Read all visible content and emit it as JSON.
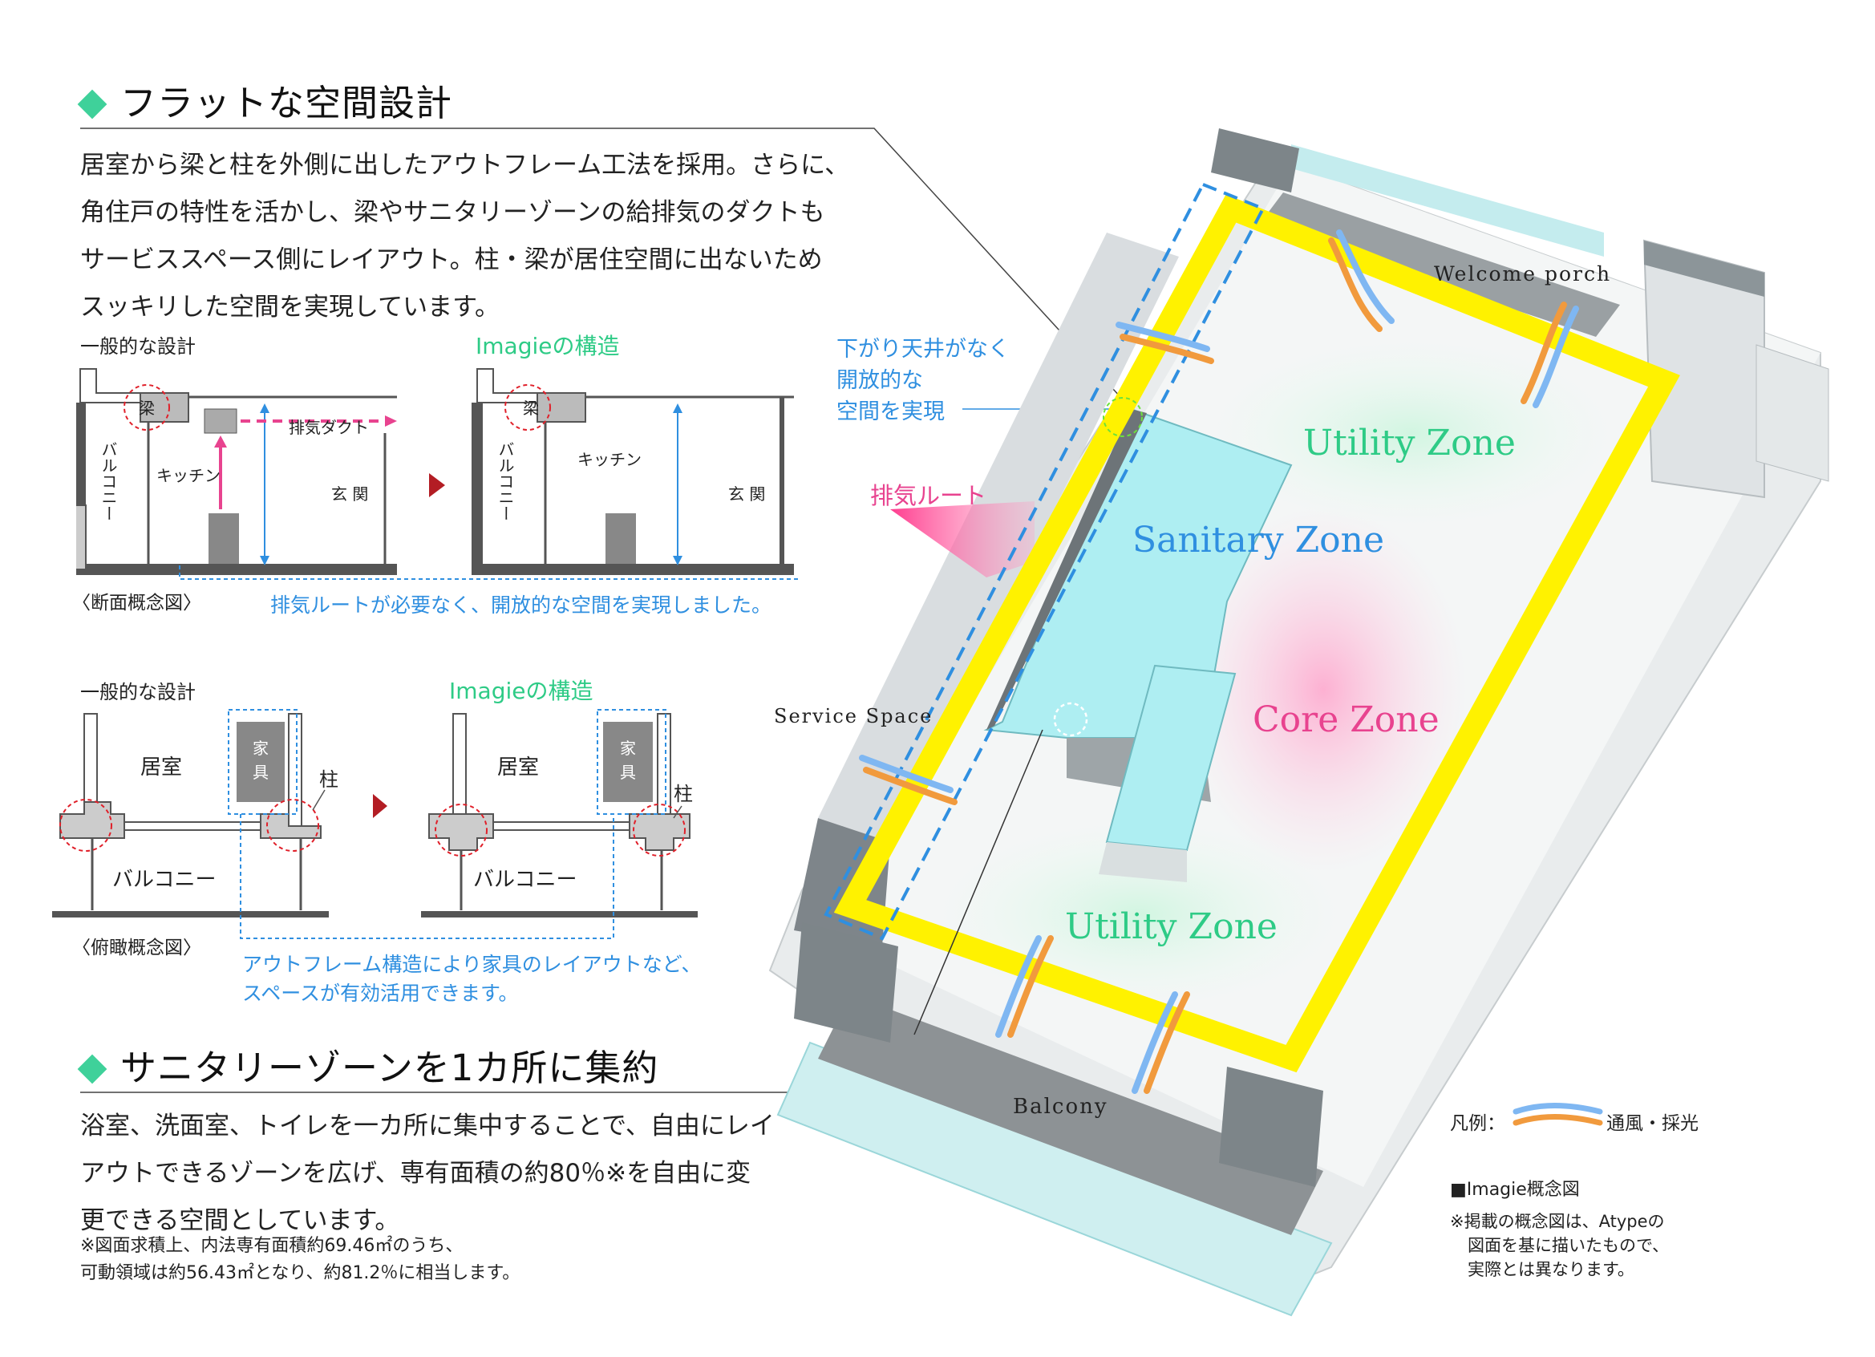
{
  "section1": {
    "heading": "フラットな空間設計",
    "lines": [
      "居室から梁と柱を外側に出したアウトフレーム工法を採用。さらに、",
      "角住戸の特性を活かし、梁やサニタリーゾーンの給排気のダクトも",
      "サービススペース側にレイアウト。柱・梁が居住空間に出ないため",
      "スッキリした空間を実現しています。"
    ]
  },
  "section_diagram": {
    "general_label": "一般的な設計",
    "imagie_label": "Imagieの構造",
    "beam": "梁",
    "exhaust_duct": "排気ダクト",
    "balcony_v": "バルコニー",
    "kitchen": "キッチン",
    "entrance": "玄 関",
    "caption": "〈断面概念図〉",
    "note": "排気ルートが必要なく、開放的な空間を実現しました。"
  },
  "plan_diagram": {
    "general_label": "一般的な設計",
    "imagie_label": "Imagieの構造",
    "room": "居室",
    "furniture_1": "家",
    "furniture_2": "具",
    "column": "柱",
    "balcony": "バルコニー",
    "caption": "〈俯瞰概念図〉",
    "note_lines": [
      "アウトフレーム構造により家具のレイアウトなど、",
      "スペースが有効活用できます。"
    ]
  },
  "section2": {
    "heading": "サニタリーゾーンを1カ所に集約",
    "lines": [
      "浴室、洗面室、トイレを一カ所に集中することで、自由にレイ",
      "アウトできるゾーンを広げ、専有面積の約80％※を自由に変",
      "更できる空間としています。"
    ],
    "note_lines": [
      "※図面求積上、内法専有面積約69.46㎡のうち、",
      "可動領域は約56.43㎡となり、約81.2％に相当します。"
    ]
  },
  "isometric": {
    "callout_lines": [
      "下がり天井がなく",
      "開放的な",
      "空間を実現"
    ],
    "exhaust_route": "排気ルート",
    "welcome_porch": "Welcome porch",
    "utility_zone_top": "Utility Zone",
    "sanitary_zone": "Sanitary Zone",
    "core_zone": "Core Zone",
    "service_space": "Service Space",
    "utility_zone_bottom": "Utility Zone",
    "balcony": "Balcony"
  },
  "legend": {
    "label": "凡例：",
    "value": "通風・採光",
    "title": "■Imagie概念図",
    "note_lines": [
      "※掲載の概念図は、Atypeの",
      "図面を基に描いたもので、",
      "実際とは異なります。"
    ]
  },
  "colors": {
    "accent_green": "#3fd19a",
    "zone_green": "#2ecb86",
    "zone_blue": "#2f8fe0",
    "zone_pink": "#e8438f",
    "frame_yellow": "#fff200",
    "circle_red": "#e0202a"
  }
}
